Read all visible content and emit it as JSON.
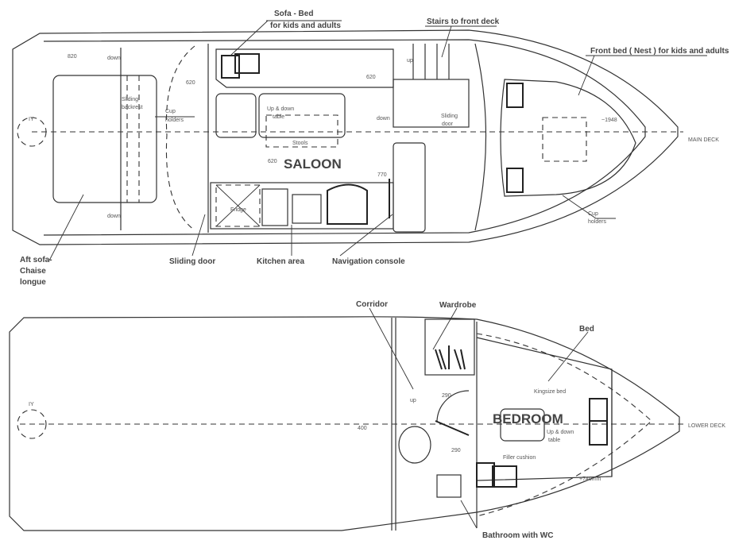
{
  "main_deck": {
    "name": "MAIN DECK",
    "room": "SALOON",
    "labels": {
      "sofa_bed_1": "Sofa - Bed",
      "sofa_bed_2": "for kids and adults",
      "stairs": "Stairs to front deck",
      "front_bed": "Front bed ( Nest ) for kids and adults",
      "aft_sofa_1": "Aft sofa-",
      "aft_sofa_2": "Chaise",
      "aft_sofa_3": "longue",
      "sliding_door": "Sliding door",
      "kitchen": "Kitchen area",
      "navigation": "Navigation console"
    },
    "small": {
      "sliding_1": "Sliding",
      "backrest": "backrest",
      "cup_1": "Cup",
      "holders_1": "holders",
      "table_1": "Up & down",
      "table_2": "table",
      "stools": "Stools",
      "fridge": "Fridge",
      "sliding_door_1": "Sliding",
      "sliding_door_2": "door",
      "cup_2": "Cup",
      "holders_2": "holders",
      "down": "down",
      "up": "up",
      "iy": "IY"
    },
    "dims": {
      "d1": "820",
      "d2": "620",
      "d3": "620",
      "d4": "620",
      "d5": "770",
      "d6": "~1948"
    }
  },
  "lower_deck": {
    "name": "LOWER DECK",
    "room": "BEDROOM",
    "labels": {
      "corridor": "Corridor",
      "wardrobe": "Wardrobe",
      "bed": "Bed",
      "bathroom": "Bathroom with WC"
    },
    "small": {
      "kingsize": "Kingsize bed",
      "table_1": "Up & down",
      "table_2": "table",
      "filler": "Filler cushion",
      "height": "+740mm",
      "up": "up",
      "iy": "IY"
    },
    "dims": {
      "d1": "400",
      "d2": "290",
      "d3": "290"
    }
  }
}
